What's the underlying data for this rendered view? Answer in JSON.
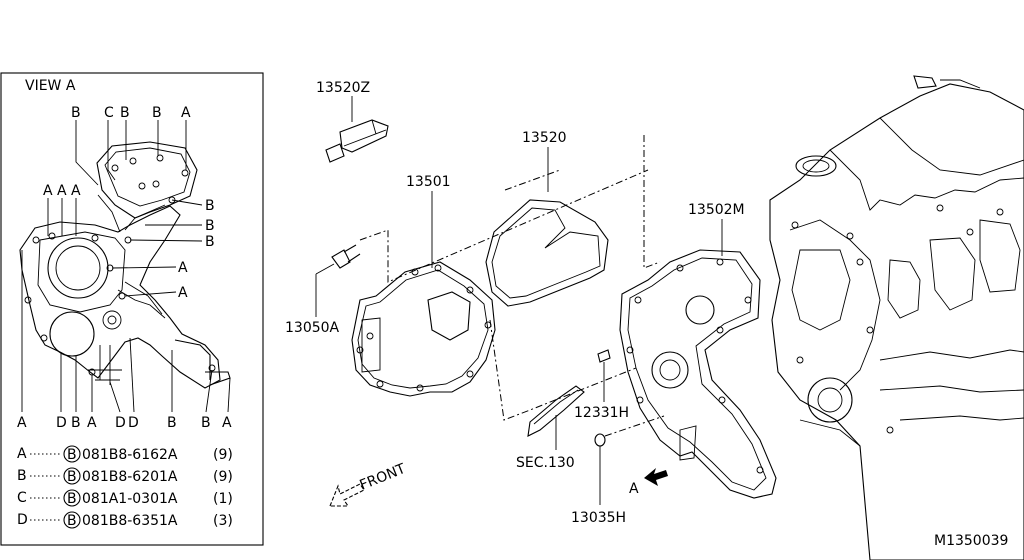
{
  "view_a": {
    "title": "VIEW A",
    "top_letters": [
      "B",
      "C",
      "B",
      "B",
      "A"
    ],
    "left_letters": [
      "A",
      "A",
      "A"
    ],
    "right_letters": [
      "B",
      "B",
      "B",
      "A",
      "A"
    ],
    "bottom_letters": [
      "A",
      "D",
      "B",
      "A",
      "D",
      "D",
      "B",
      "B",
      "A"
    ]
  },
  "legend": [
    {
      "key": "A",
      "circled": "B",
      "part": "081B8-6162A",
      "qty": "(9)"
    },
    {
      "key": "B",
      "circled": "B",
      "part": "081B8-6201A",
      "qty": "(9)"
    },
    {
      "key": "C",
      "circled": "B",
      "part": "081A1-0301A",
      "qty": "(1)"
    },
    {
      "key": "D",
      "circled": "B",
      "part": "081B8-6351A",
      "qty": "(3)"
    }
  ],
  "parts": {
    "p13520z": "13520Z",
    "p13520": "13520",
    "p13501": "13501",
    "p13502m": "13502M",
    "p13050a": "13050A",
    "p12331h": "12331H",
    "sec130": "SEC.130",
    "p13035h": "13035H"
  },
  "view_arrow_label": "A",
  "front_label": "FRONT",
  "diagram_id": "M1350039"
}
